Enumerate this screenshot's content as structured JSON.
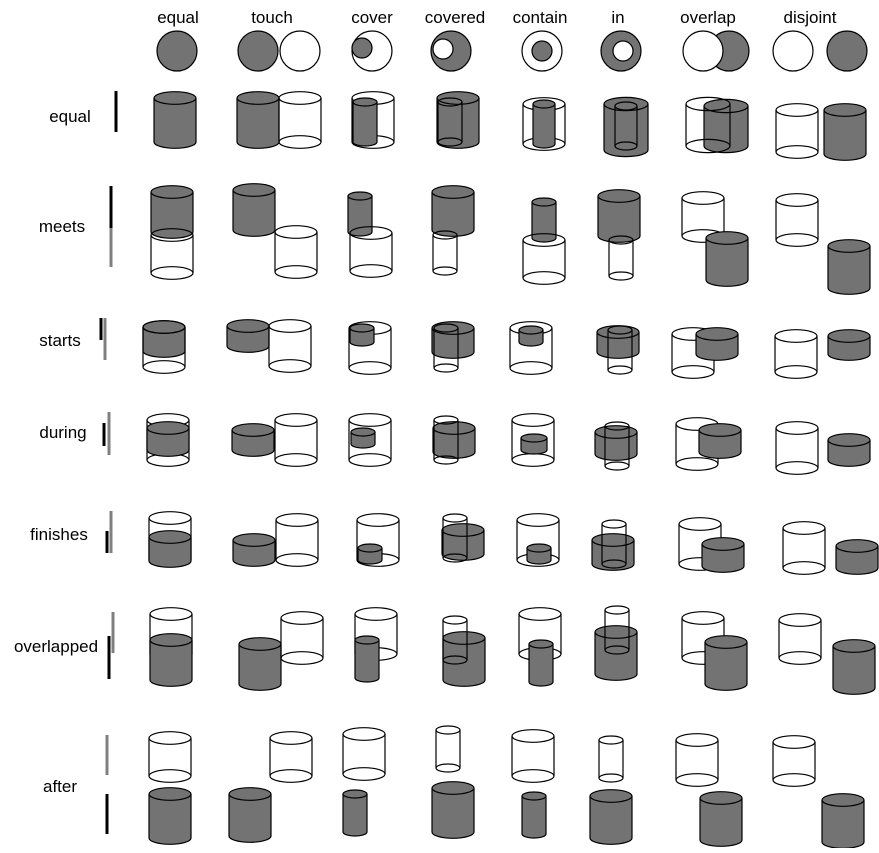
{
  "columns": [
    {
      "label": "equal"
    },
    {
      "label": "touch"
    },
    {
      "label": "cover"
    },
    {
      "label": "covered"
    },
    {
      "label": "contain"
    },
    {
      "label": "in"
    },
    {
      "label": "overlap"
    },
    {
      "label": "disjoint"
    }
  ],
  "rows": [
    {
      "label": "equal"
    },
    {
      "label": "meets"
    },
    {
      "label": "starts"
    },
    {
      "label": "during"
    },
    {
      "label": "finishes"
    },
    {
      "label": "overlapped"
    },
    {
      "label": "after"
    }
  ],
  "colors": {
    "fill": "#737373",
    "stroke": "#000000",
    "bar_dark": "#000000",
    "bar_gray": "#808080"
  }
}
